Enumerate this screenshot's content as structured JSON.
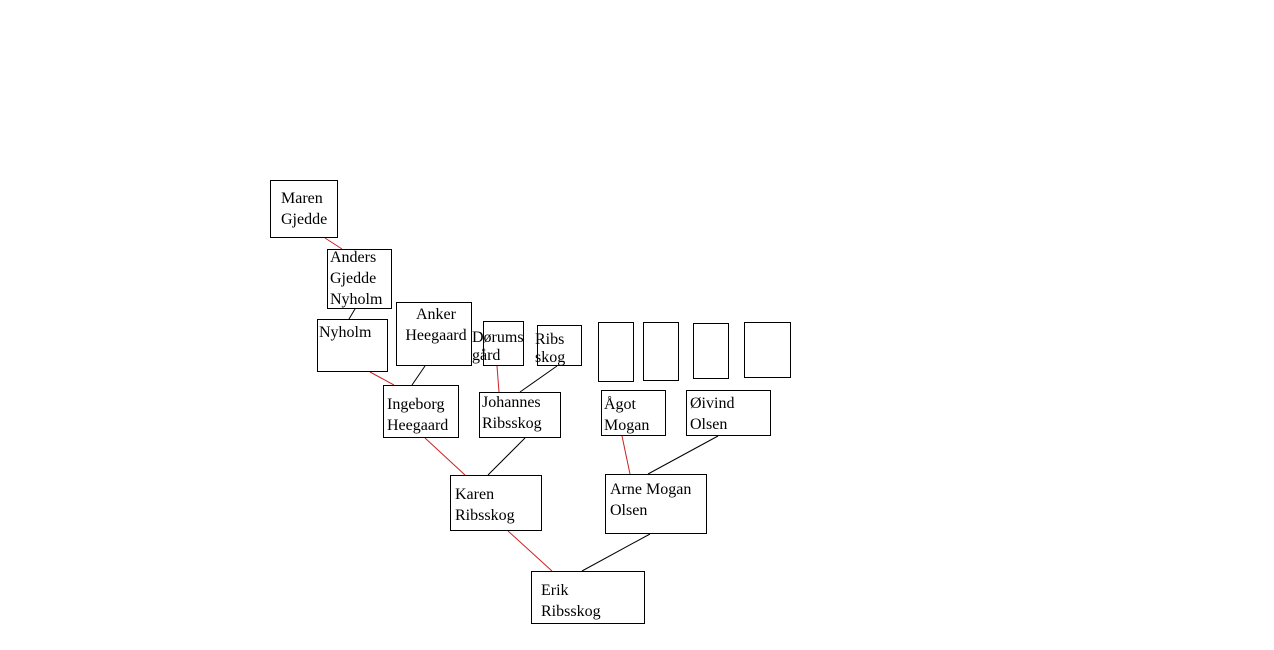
{
  "tree": {
    "people": {
      "maren": "Maren\nGjedde",
      "anders": "Anders\nGjedde\nNyholm",
      "nyholm": "Nyholm",
      "anker": "Anker\nHeegaard",
      "dorums": "Dørums\ngård",
      "ribs": "Ribs\nskog",
      "ingeborg": "Ingeborg\nHeegaard",
      "johannes": "Johannes\nRibsskog",
      "agot": "Ågot\nMogan",
      "oivind": "Øivind\nOlsen",
      "karen": "Karen\nRibsskog",
      "arne": "Arne Mogan\nOlsen",
      "erik": "Erik\nRibsskog"
    },
    "colors": {
      "maternal_line": "#cc2222",
      "paternal_line": "#000000",
      "box_border": "#000000"
    }
  }
}
